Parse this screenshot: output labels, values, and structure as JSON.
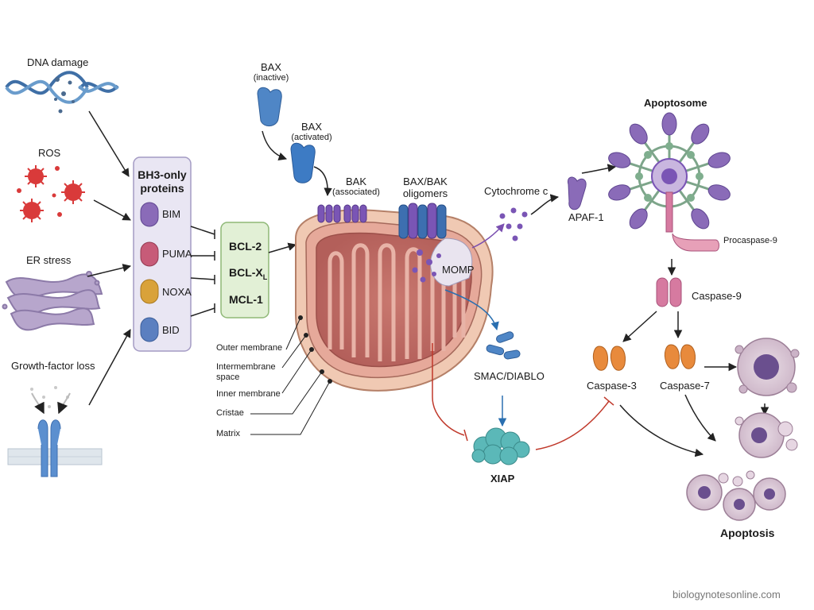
{
  "stressors": {
    "dna_damage": "DNA damage",
    "ros": "ROS",
    "er_stress": "ER stress",
    "growth_factor_loss": "Growth-factor loss"
  },
  "bh3_box": {
    "title_line1": "BH3-only",
    "title_line2": "proteins",
    "items": [
      "BIM",
      "PUMA",
      "NOXA",
      "BID"
    ]
  },
  "antiapoptotic_box": {
    "items": [
      "BCL-2",
      "BCL-X",
      "MCL-1"
    ],
    "bclx_subscript": "L"
  },
  "bax": {
    "inactive_line1": "BAX",
    "inactive_line2": "(inactive)",
    "activated_line1": "BAX",
    "activated_line2": "(activated)"
  },
  "bak": {
    "line1": "BAK",
    "line2": "(associated)"
  },
  "oligomers": {
    "line1": "BAX/BAK",
    "line2": "oligomers"
  },
  "momp": "MOMP",
  "mito_parts": {
    "outer_membrane": "Outer membrane",
    "intermembrane_line1": "Intermembrane",
    "intermembrane_line2": "space",
    "inner_membrane": "Inner membrane",
    "cristae": "Cristae",
    "matrix": "Matrix"
  },
  "cytochrome_c": "Cytochrome c",
  "apaf1": "APAF-1",
  "apoptosome": "Apoptosome",
  "procaspase9": "Procaspase-9",
  "caspase9": "Caspase-9",
  "caspase3": "Caspase-3",
  "caspase7": "Caspase-7",
  "smac": "SMAC/DIABLO",
  "xiap": "XIAP",
  "apoptosis": "Apoptosis",
  "credit": "biologynotesonline.com",
  "colors": {
    "bim": "#8a6bb8",
    "puma": "#c75b78",
    "noxa": "#d9a23a",
    "bid": "#5b7fc0",
    "bax": "#4f86c6",
    "bak": "#7a55b5",
    "mito": "#d99a8a",
    "caspase_orange": "#e88a3c",
    "caspase9": "#d67aa0",
    "xiap": "#5bb8b8",
    "inhibit_red": "#c0392b",
    "arrow_black": "#222222",
    "arrow_blue": "#2a6fb0",
    "arrow_purple": "#7a4fb0"
  }
}
